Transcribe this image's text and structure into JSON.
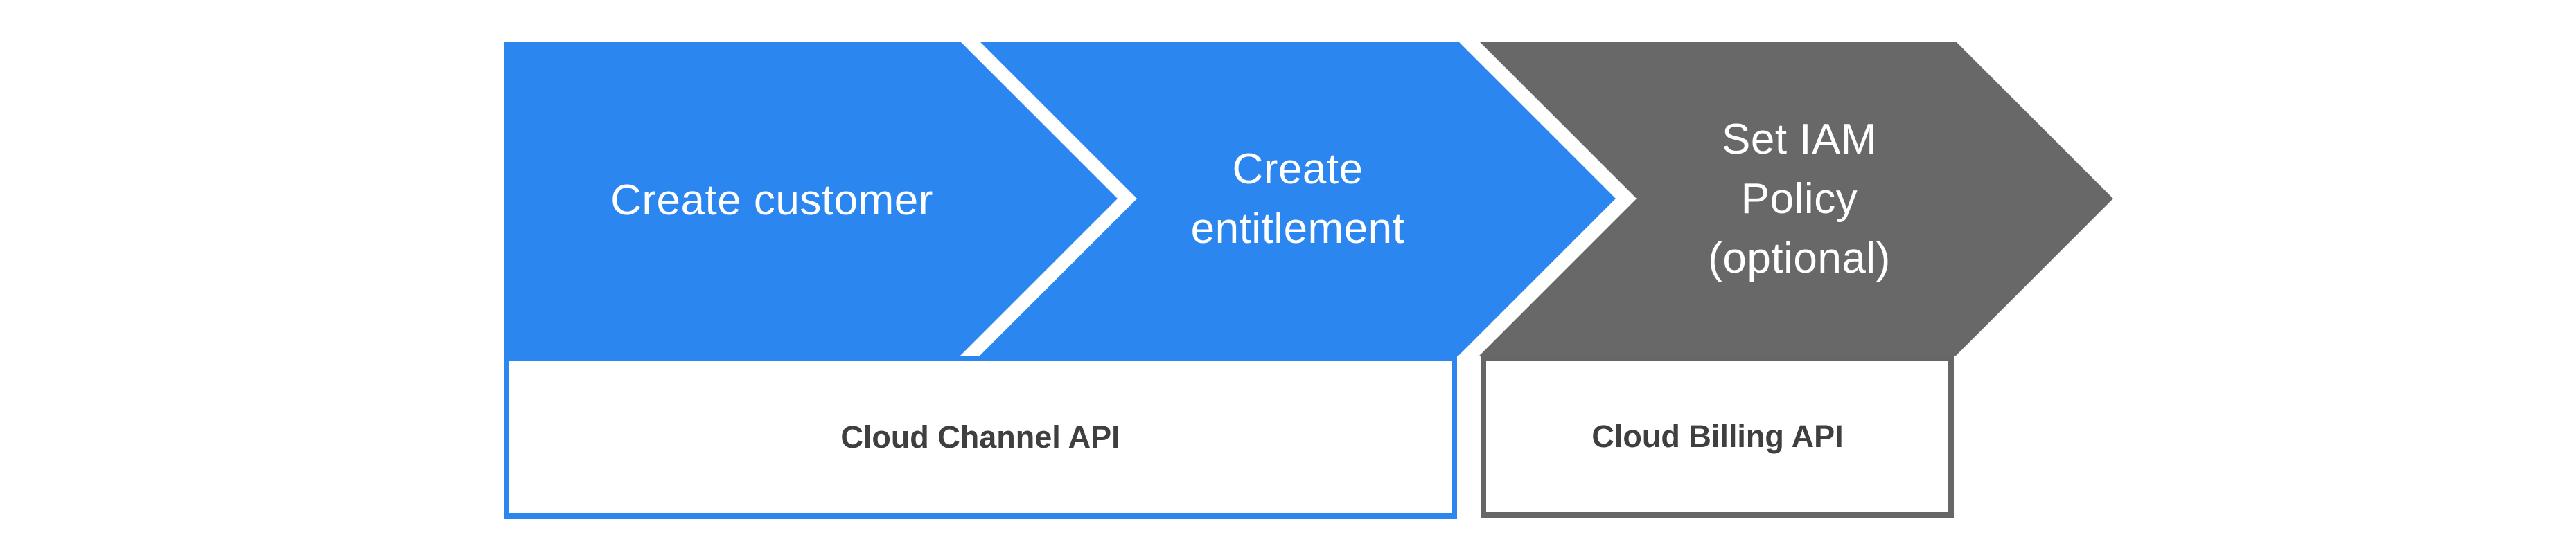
{
  "diagram": {
    "type": "process-flow",
    "colors": {
      "arrow_blue": "#2b86ef",
      "arrow_gray": "#686868",
      "gap_white": "#ffffff",
      "box_fill": "#ffffff",
      "box_border_blue": "#2b86ef",
      "box_border_gray": "#666666",
      "arrow_text": "#ffffff",
      "box_text": "#3f3f3f",
      "background": "#ffffff"
    },
    "steps": [
      {
        "label": "Create customer"
      },
      {
        "label": "Create\nentitlement"
      },
      {
        "label": "Set IAM\nPolicy\n(optional)"
      }
    ],
    "api_groups": [
      {
        "label": "Cloud Channel API"
      },
      {
        "label": "Cloud Billing API"
      }
    ]
  }
}
